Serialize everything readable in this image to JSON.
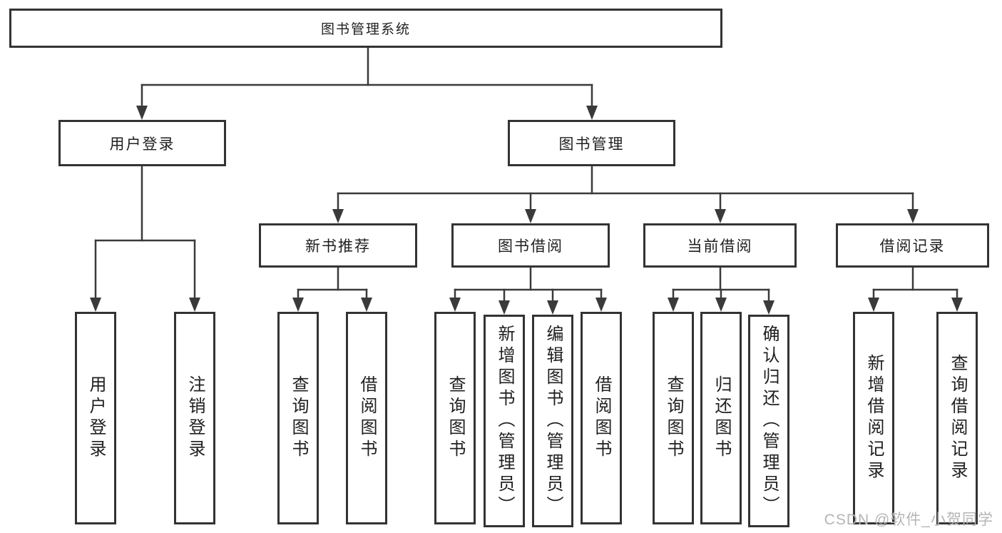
{
  "diagram": {
    "type": "tree-diagram",
    "root": {
      "label": "图书管理系统"
    },
    "level2": [
      {
        "label": "用户登录",
        "leaves": [
          {
            "label": "用户登录"
          },
          {
            "label": "注销登录"
          }
        ]
      },
      {
        "label": "图书管理",
        "groups": [
          {
            "label": "新书推荐",
            "leaves": [
              {
                "label": "查询图书"
              },
              {
                "label": "借阅图书"
              }
            ]
          },
          {
            "label": "图书借阅",
            "leaves": [
              {
                "label": "查询图书"
              },
              {
                "label": "新增图书（管理员）"
              },
              {
                "label": "编辑图书（管理员）"
              },
              {
                "label": "借阅图书"
              }
            ]
          },
          {
            "label": "当前借阅",
            "leaves": [
              {
                "label": "查询图书"
              },
              {
                "label": "归还图书"
              },
              {
                "label": "确认归还（管理员）"
              }
            ]
          },
          {
            "label": "借阅记录",
            "leaves": [
              {
                "label": "新增借阅记录"
              },
              {
                "label": "查询借阅记录"
              }
            ]
          }
        ]
      }
    ],
    "colors": {
      "line": "#3a3a3a",
      "box_border": "#333333",
      "box_fill": "#ffffff",
      "text": "#1f1f1f",
      "watermark": "#b5b5b5",
      "background": "#ffffff"
    }
  },
  "watermark": {
    "text": "CSDN @软件_小贺同学"
  }
}
